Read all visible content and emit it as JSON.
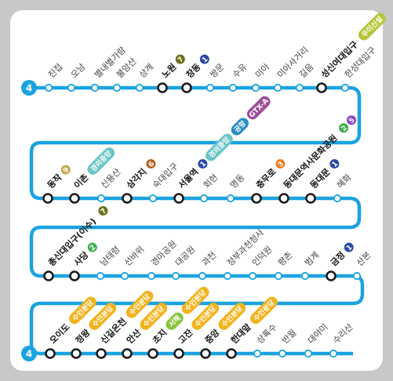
{
  "line_number": "4",
  "colors": {
    "line": "#1aa3e0",
    "line_badge": "#1aa3e0",
    "line_2": "#3dae4a",
    "line_1": "#2a4aa8",
    "line_3": "#ef7c1c",
    "line_5": "#8a3fc7",
    "line_6": "#b5621a",
    "line_7": "#6b6f1a",
    "line_9": "#c7a54c",
    "gyeongui": "#6bc5c5",
    "airport": "#2b8cc4",
    "gtx": "#9c4f96",
    "suin_bundang": "#f2b31d",
    "seohae": "#8ac43f",
    "ui_sinseol": "#b6c638"
  },
  "rows": [
    {
      "stations": [
        {
          "name": "진접",
          "transfer": false,
          "lines": []
        },
        {
          "name": "오남",
          "transfer": false,
          "lines": []
        },
        {
          "name": "별내별가람",
          "transfer": false,
          "lines": []
        },
        {
          "name": "불암산",
          "transfer": false,
          "lines": []
        },
        {
          "name": "상계",
          "transfer": false,
          "lines": []
        },
        {
          "name": "노원",
          "transfer": true,
          "lines": [
            {
              "type": "circle",
              "label": "7",
              "color": "line_7"
            }
          ]
        },
        {
          "name": "창동",
          "transfer": true,
          "lines": [
            {
              "type": "circle",
              "label": "1",
              "color": "line_1"
            }
          ]
        },
        {
          "name": "쌍문",
          "transfer": false,
          "lines": []
        },
        {
          "name": "수유",
          "transfer": false,
          "lines": []
        },
        {
          "name": "미아",
          "transfer": false,
          "lines": []
        },
        {
          "name": "미아사거리",
          "transfer": false,
          "lines": []
        },
        {
          "name": "길음",
          "transfer": false,
          "lines": []
        },
        {
          "name": "성신여대입구",
          "transfer": true,
          "lines": [
            {
              "type": "pill",
              "label": "우이신설",
              "color": "ui_sinseol"
            }
          ]
        },
        {
          "name": "한성대입구",
          "transfer": false,
          "lines": []
        }
      ]
    },
    {
      "stations": [
        {
          "name": "동작",
          "transfer": true,
          "lines": [
            {
              "type": "circle",
              "label": "9",
              "color": "line_9"
            }
          ]
        },
        {
          "name": "이촌",
          "transfer": true,
          "lines": [
            {
              "type": "pill",
              "label": "경의중앙",
              "color": "gyeongui"
            }
          ]
        },
        {
          "name": "신용산",
          "transfer": false,
          "lines": []
        },
        {
          "name": "삼각지",
          "transfer": true,
          "lines": [
            {
              "type": "circle",
              "label": "6",
              "color": "line_6"
            }
          ]
        },
        {
          "name": "숙대입구",
          "transfer": false,
          "lines": []
        },
        {
          "name": "서울역",
          "transfer": true,
          "lines": [
            {
              "type": "circle",
              "label": "1",
              "color": "line_1"
            },
            {
              "type": "pill",
              "label": "경의중앙",
              "color": "gyeongui"
            },
            {
              "type": "pill",
              "label": "공항",
              "color": "airport"
            },
            {
              "type": "pill",
              "label": "GTX-A",
              "color": "gtx"
            }
          ]
        },
        {
          "name": "회현",
          "transfer": false,
          "lines": []
        },
        {
          "name": "명동",
          "transfer": false,
          "lines": []
        },
        {
          "name": "충무로",
          "transfer": true,
          "lines": [
            {
              "type": "circle",
              "label": "3",
              "color": "line_3"
            }
          ]
        },
        {
          "name": "동대문역사문화공원",
          "transfer": true,
          "lines": [
            {
              "type": "circle",
              "label": "2",
              "color": "line_2"
            },
            {
              "type": "circle",
              "label": "5",
              "color": "line_5"
            }
          ]
        },
        {
          "name": "동대문",
          "transfer": true,
          "lines": [
            {
              "type": "circle",
              "label": "1",
              "color": "line_1"
            }
          ]
        },
        {
          "name": "혜화",
          "transfer": false,
          "lines": []
        }
      ]
    },
    {
      "stations": [
        {
          "name": "총신대입구(이수)",
          "transfer": true,
          "lines": [
            {
              "type": "circle",
              "label": "7",
              "color": "line_7"
            }
          ]
        },
        {
          "name": "사당",
          "transfer": true,
          "lines": [
            {
              "type": "circle",
              "label": "2",
              "color": "line_2"
            }
          ]
        },
        {
          "name": "남태령",
          "transfer": false,
          "lines": []
        },
        {
          "name": "선바위",
          "transfer": false,
          "lines": []
        },
        {
          "name": "경마공원",
          "transfer": false,
          "lines": []
        },
        {
          "name": "대공원",
          "transfer": false,
          "lines": []
        },
        {
          "name": "과천",
          "transfer": false,
          "lines": []
        },
        {
          "name": "정부과천청사",
          "transfer": false,
          "lines": []
        },
        {
          "name": "인덕원",
          "transfer": false,
          "lines": []
        },
        {
          "name": "평촌",
          "transfer": false,
          "lines": []
        },
        {
          "name": "범계",
          "transfer": false,
          "lines": []
        },
        {
          "name": "금정",
          "transfer": true,
          "lines": [
            {
              "type": "circle",
              "label": "1",
              "color": "line_1"
            }
          ]
        },
        {
          "name": "산본",
          "transfer": false,
          "lines": []
        }
      ]
    },
    {
      "stations": [
        {
          "name": "오이도",
          "transfer": true,
          "lines": [
            {
              "type": "pill",
              "label": "수인분당",
              "color": "suin_bundang"
            }
          ]
        },
        {
          "name": "정왕",
          "transfer": true,
          "lines": [
            {
              "type": "pill",
              "label": "수인분당",
              "color": "suin_bundang"
            }
          ]
        },
        {
          "name": "신길온천",
          "transfer": true,
          "lines": [
            {
              "type": "pill",
              "label": "수인분당",
              "color": "suin_bundang"
            }
          ]
        },
        {
          "name": "안산",
          "transfer": true,
          "lines": [
            {
              "type": "pill",
              "label": "수인분당",
              "color": "suin_bundang"
            }
          ]
        },
        {
          "name": "초지",
          "transfer": true,
          "lines": [
            {
              "type": "pill",
              "label": "서해",
              "color": "seohae"
            },
            {
              "type": "pill",
              "label": "수인분당",
              "color": "suin_bundang"
            }
          ]
        },
        {
          "name": "고잔",
          "transfer": true,
          "lines": [
            {
              "type": "pill",
              "label": "수인분당",
              "color": "suin_bundang"
            }
          ]
        },
        {
          "name": "중앙",
          "transfer": true,
          "lines": [
            {
              "type": "pill",
              "label": "수인분당",
              "color": "suin_bundang"
            }
          ]
        },
        {
          "name": "한대앞",
          "transfer": true,
          "lines": [
            {
              "type": "pill",
              "label": "수인분당",
              "color": "suin_bundang"
            }
          ]
        },
        {
          "name": "상록수",
          "transfer": false,
          "lines": []
        },
        {
          "name": "반월",
          "transfer": false,
          "lines": []
        },
        {
          "name": "대야미",
          "transfer": false,
          "lines": []
        },
        {
          "name": "수리산",
          "transfer": false,
          "lines": []
        }
      ]
    }
  ]
}
